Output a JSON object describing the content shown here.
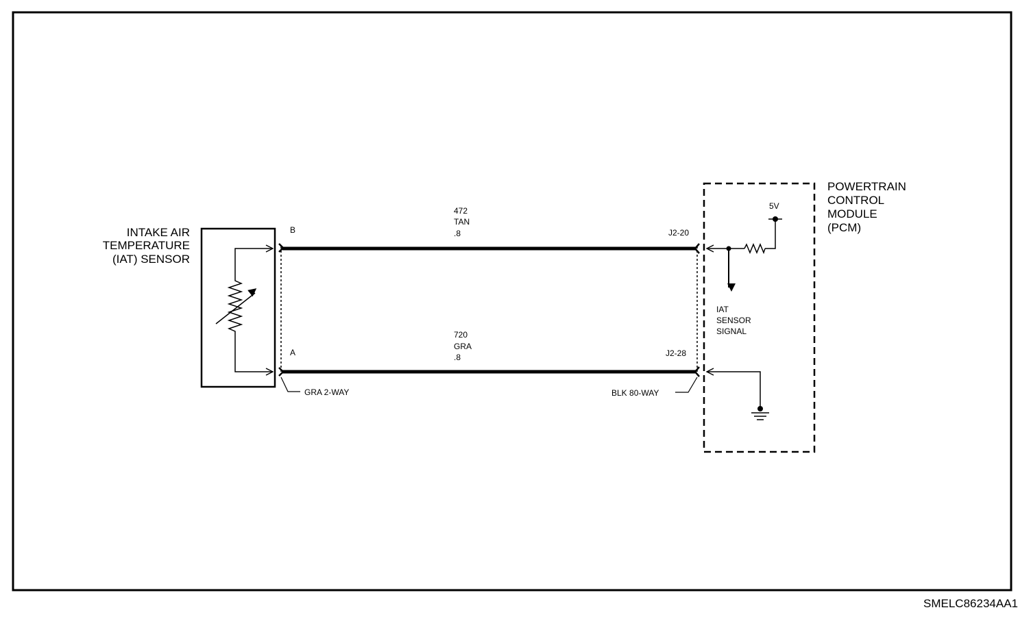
{
  "sensor": {
    "label_line1": "INTAKE AIR",
    "label_line2": "TEMPERATURE",
    "label_line3": "(IAT) SENSOR",
    "pin_b": "B",
    "pin_a": "A",
    "connector": "GRA 2-WAY"
  },
  "wires": [
    {
      "circuit": "472",
      "color": "TAN",
      "gauge": ".8",
      "pcm_pin": "J2-20"
    },
    {
      "circuit": "720",
      "color": "GRA",
      "gauge": ".8",
      "pcm_pin": "J2-28"
    }
  ],
  "pcm": {
    "label_line1": "POWERTRAIN",
    "label_line2": "CONTROL",
    "label_line3": "MODULE",
    "label_line4": "(PCM)",
    "voltage": "5V",
    "signal_line1": "IAT",
    "signal_line2": "SENSOR",
    "signal_line3": "SIGNAL",
    "connector": "BLK 80-WAY"
  },
  "figure_code": "SMELC86234AA1"
}
